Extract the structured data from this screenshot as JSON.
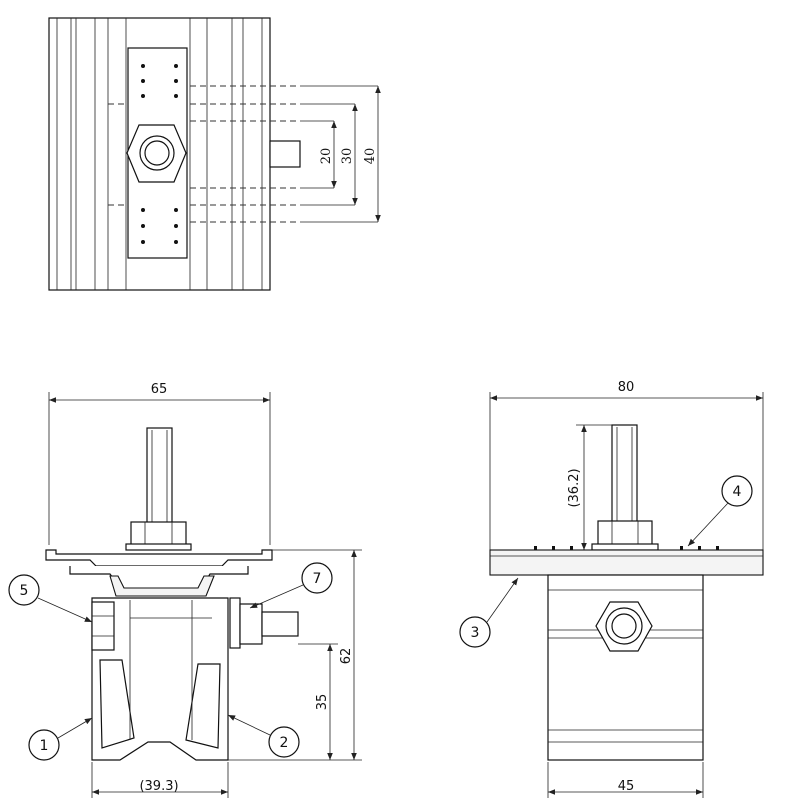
{
  "top_view": {
    "dims": {
      "d20": "20",
      "d30": "30",
      "d40": "40"
    }
  },
  "front_view": {
    "dims": {
      "width": "65",
      "height": "62",
      "height_bolt": "35",
      "base": "(39.3)"
    },
    "balloons": [
      "1",
      "2",
      "5",
      "7"
    ]
  },
  "side_view": {
    "dims": {
      "width": "80",
      "stud": "(36.2)",
      "base": "45"
    },
    "balloons": [
      "3",
      "4"
    ]
  }
}
